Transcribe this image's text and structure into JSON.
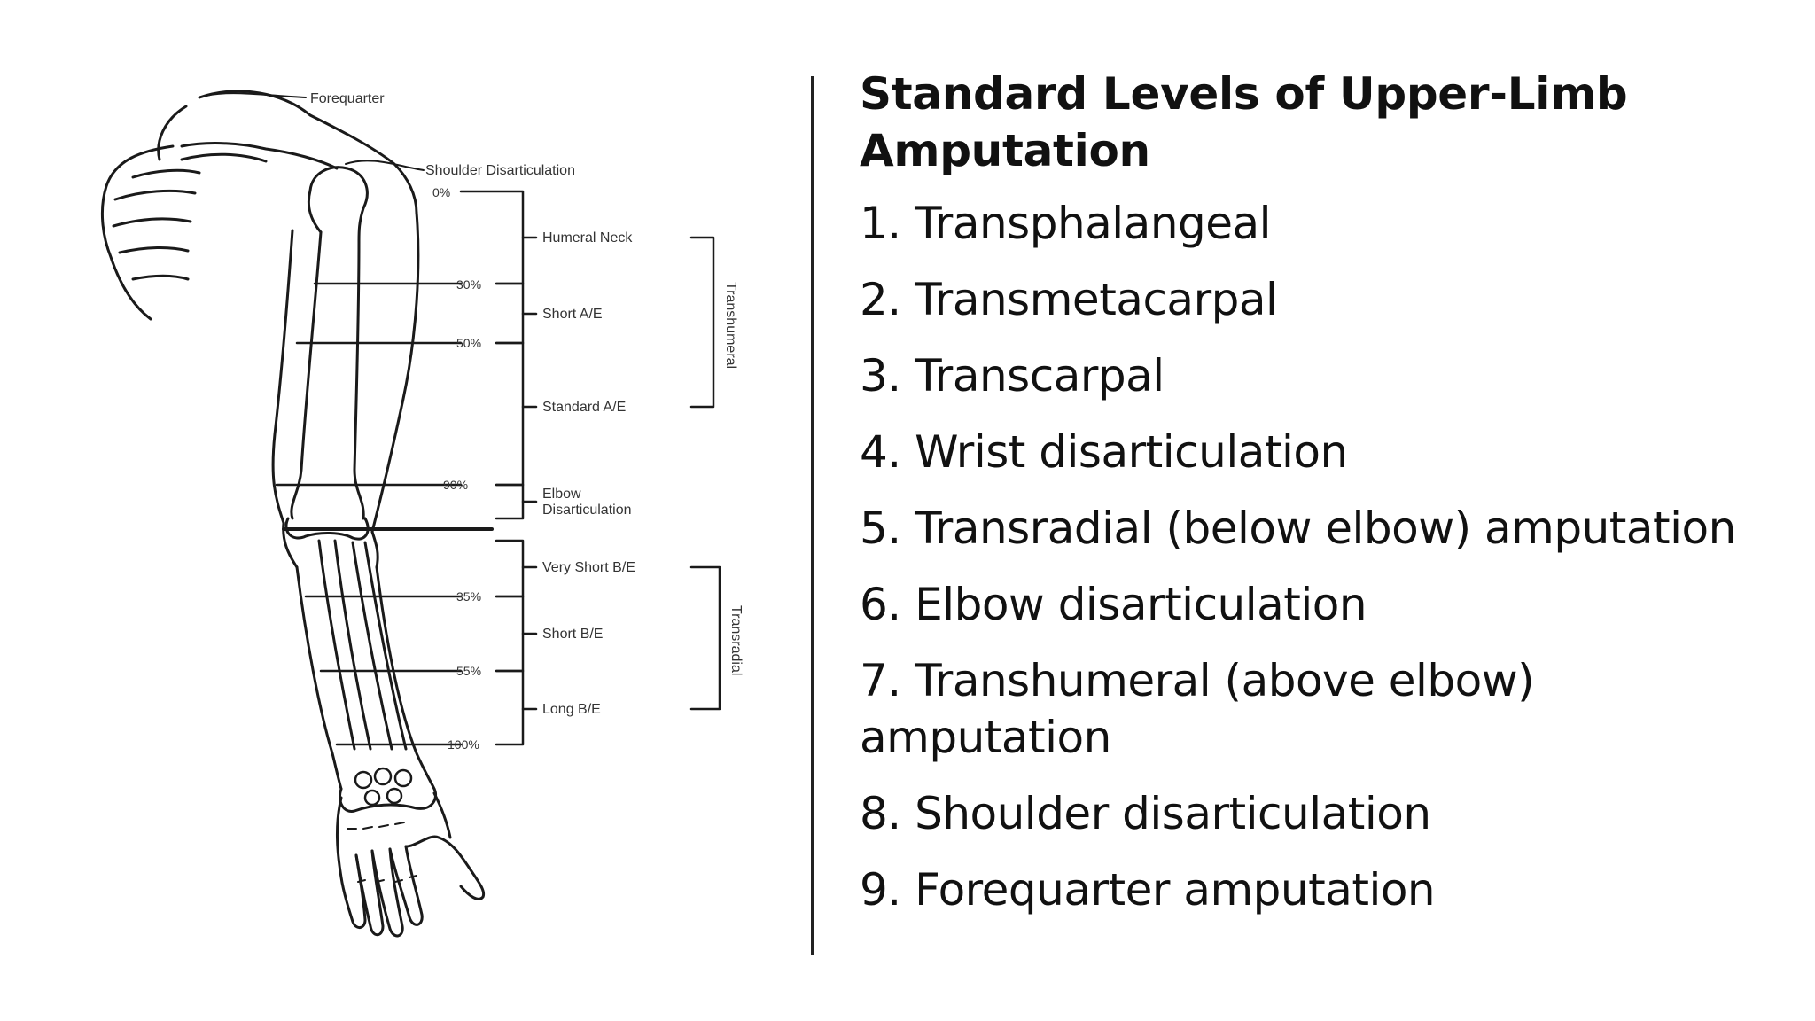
{
  "slide": {
    "title": "Standard Levels of Upper-Limb Amputation",
    "levels": [
      "1. Transphalangeal",
      "2. Transmetacarpal",
      "3. Transcarpal",
      "4. Wrist disarticulation",
      "5. Transradial (below elbow) amputation",
      "6. Elbow disarticulation",
      "7. Transhumeral (above elbow) amputation",
      "8. Shoulder disarticulation",
      "9. Forequarter amputation"
    ]
  },
  "diagram": {
    "labels": {
      "forequarter": "Forequarter",
      "shoulder_disarticulation": "Shoulder Disarticulation",
      "humeral_neck": "Humeral Neck",
      "short_ae": "Short A/E",
      "standard_ae": "Standard A/E",
      "elbow_disarticulation_1": "Elbow",
      "elbow_disarticulation_2": "Disarticulation",
      "very_short_be": "Very Short B/E",
      "short_be": "Short B/E",
      "long_be": "Long B/E",
      "transhumeral": "Transhumeral",
      "transradial": "Transradial"
    },
    "percent_marks": {
      "p0": "0%",
      "p30_upper": "30%",
      "p50": "50%",
      "p90": "90%",
      "p35": "35%",
      "p55": "55%",
      "p100": "100%"
    }
  }
}
